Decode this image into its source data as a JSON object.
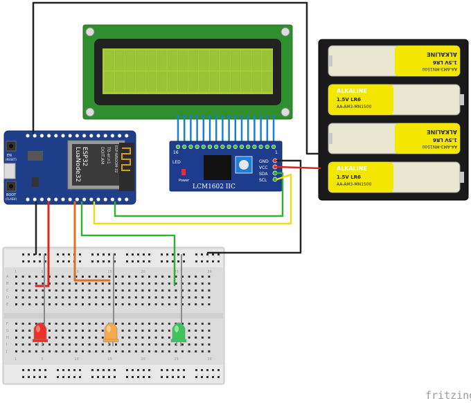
{
  "diagram": {
    "watermark": "fritzing",
    "lcd": {
      "adapter_label": "LCM1602 IIC",
      "pin_labels": [
        "GND",
        "VCC",
        "SDA",
        "SCL"
      ],
      "led_label": "LED",
      "pin16_label": "16",
      "pin1_label": "1",
      "power_label": "Power"
    },
    "board": {
      "chip_lines": [
        "LuaNode32",
        "ESP32"
      ],
      "chip_lines2": [
        "DOIT.AM",
        "T0-er.n1"
      ],
      "antenna_label": "ESP-WROOM-32",
      "en_button": "EN",
      "en_sub": "(RESET)",
      "boot_button": "BOOT",
      "boot_sub": "(FLASH)"
    },
    "batteries": [
      {
        "brand": "ALKALINE",
        "voltage": "1.5V LR6",
        "model": "AA-AM3-MN1500",
        "flipped": true
      },
      {
        "brand": "ALKALINE",
        "voltage": "1.5V LR6",
        "model": "AA-AM3-MN1500",
        "flipped": false
      },
      {
        "brand": "ALKALINE",
        "voltage": "1.5V LR6",
        "model": "AA-AM3-MN1500",
        "flipped": true
      },
      {
        "brand": "ALKALINE",
        "voltage": "1.5V LR6",
        "model": "AA-AM3-MN1500",
        "flipped": false
      }
    ],
    "breadboard": {
      "column_numbers": [
        "1",
        "5",
        "10",
        "15",
        "20",
        "25",
        "30"
      ],
      "row_letters_top": [
        "A",
        "B",
        "C",
        "D",
        "E"
      ],
      "row_letters_bottom": [
        "F",
        "G",
        "H",
        "I",
        "J"
      ]
    },
    "leds": [
      {
        "color_name": "red",
        "fill": "#e8322b",
        "highlight": "#ff8a80"
      },
      {
        "color_name": "orange",
        "fill": "#f4a84a",
        "highlight": "#ffd59e"
      },
      {
        "color_name": "green",
        "fill": "#3fc35b",
        "highlight": "#a6f0b4"
      }
    ],
    "wire_colors": {
      "black": "#222222",
      "red": "#d9251c",
      "orange": "#e07020",
      "green": "#33b033",
      "yellow": "#f2dc1a",
      "blue": "#1a7fd0",
      "gray": "#8a8a8a"
    }
  }
}
